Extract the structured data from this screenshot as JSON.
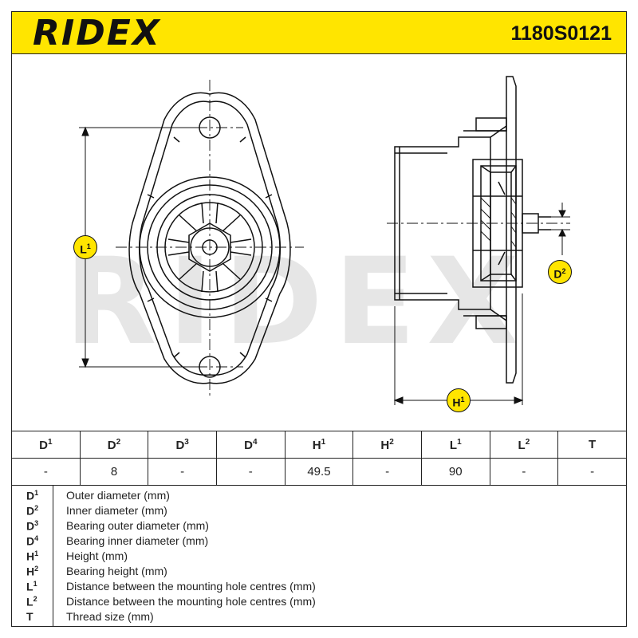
{
  "header": {
    "brand": "RIDEX",
    "part_number": "1180S0121",
    "accent_color": "#ffe500"
  },
  "watermark": "RIDEX",
  "diagram_labels": [
    {
      "base": "L",
      "sub": "1"
    },
    {
      "base": "D",
      "sub": "2"
    },
    {
      "base": "H",
      "sub": "1"
    }
  ],
  "table": {
    "columns": [
      {
        "base": "D",
        "sub": "1"
      },
      {
        "base": "D",
        "sub": "2"
      },
      {
        "base": "D",
        "sub": "3"
      },
      {
        "base": "D",
        "sub": "4"
      },
      {
        "base": "H",
        "sub": "1"
      },
      {
        "base": "H",
        "sub": "2"
      },
      {
        "base": "L",
        "sub": "1"
      },
      {
        "base": "L",
        "sub": "2"
      },
      {
        "base": "T",
        "sub": ""
      }
    ],
    "values": [
      "-",
      "8",
      "-",
      "-",
      "49.5",
      "-",
      "90",
      "-",
      "-"
    ]
  },
  "legend": [
    {
      "base": "D",
      "sub": "1",
      "desc": "Outer diameter (mm)"
    },
    {
      "base": "D",
      "sub": "2",
      "desc": "Inner diameter (mm)"
    },
    {
      "base": "D",
      "sub": "3",
      "desc": "Bearing outer diameter (mm)"
    },
    {
      "base": "D",
      "sub": "4",
      "desc": "Bearing inner diameter (mm)"
    },
    {
      "base": "H",
      "sub": "1",
      "desc": "Height (mm)"
    },
    {
      "base": "H",
      "sub": "2",
      "desc": "Bearing height (mm)"
    },
    {
      "base": "L",
      "sub": "1",
      "desc": "Distance between the mounting hole centres (mm)"
    },
    {
      "base": "L",
      "sub": "2",
      "desc": "Distance between the mounting hole centres (mm)"
    },
    {
      "base": "T",
      "sub": "",
      "desc": "Thread size (mm)"
    }
  ]
}
